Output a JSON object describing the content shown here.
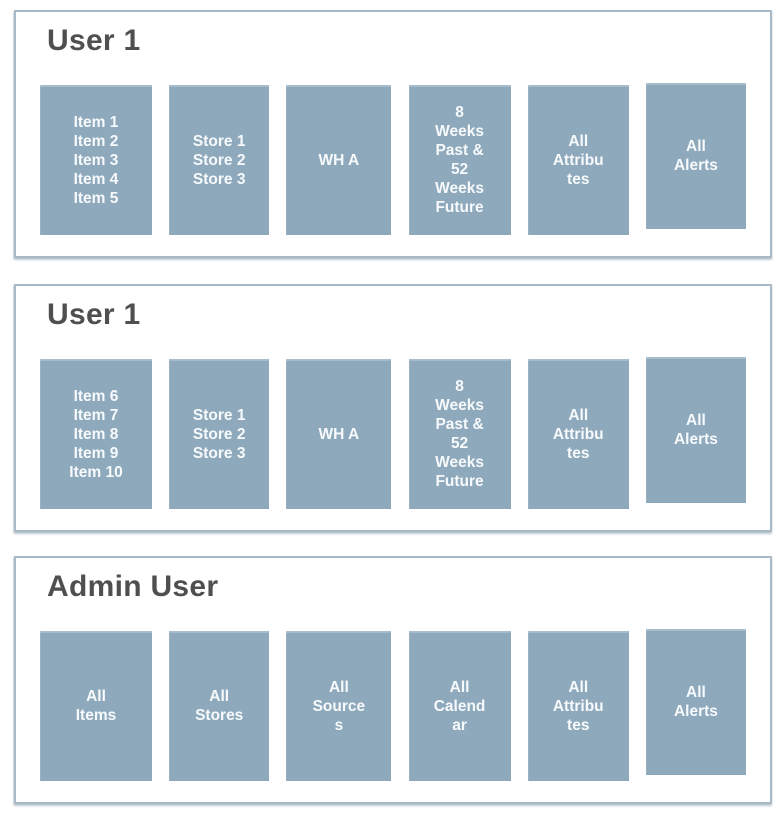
{
  "colors": {
    "box_fill": "#8fa9bc",
    "panel_border": "#a9bac6",
    "title_text": "#4f4f4f",
    "box_text": "#f7fafc"
  },
  "panels": [
    {
      "title": "User 1",
      "boxes": [
        "Item 1\nItem 2\nItem 3\nItem 4\nItem 5",
        "Store 1\nStore 2\nStore 3",
        "WH A",
        "8\nWeeks\nPast &\n52\nWeeks\nFuture",
        "All\nAttribu\ntes",
        "All\nAlerts"
      ]
    },
    {
      "title": "User 1",
      "boxes": [
        "Item 6\nItem 7\nItem 8\nItem 9\nItem 10",
        "Store 1\nStore 2\nStore 3",
        "WH A",
        "8\nWeeks\nPast &\n52\nWeeks\nFuture",
        "All\nAttribu\ntes",
        "All\nAlerts"
      ]
    },
    {
      "title": "Admin User",
      "boxes": [
        "All\nItems",
        "All\nStores",
        "All\nSource\ns",
        "All\nCalend\nar",
        "All\nAttribu\ntes",
        "All\nAlerts"
      ]
    }
  ]
}
